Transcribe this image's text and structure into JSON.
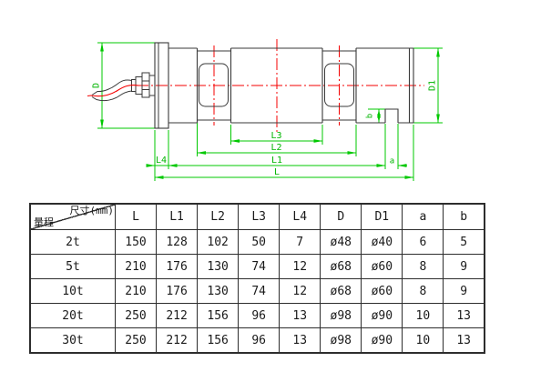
{
  "drawing": {
    "name": "load-cell-side-view-technical-drawing",
    "labels": {
      "D": "D",
      "D1": "D1",
      "L": "L",
      "L1": "L1",
      "L2": "L2",
      "L3": "L3",
      "L4": "L4",
      "a": "a",
      "b": "b"
    },
    "colors": {
      "dimension_lines": "#00c800",
      "center_lines": "#f40000",
      "outline": "#3a3a3a"
    }
  },
  "table": {
    "corner": {
      "top_right": "尺寸(mm)",
      "bottom_left": "量程"
    },
    "columns": [
      "L",
      "L1",
      "L2",
      "L3",
      "L4",
      "D",
      "D1",
      "a",
      "b"
    ],
    "rows": [
      {
        "range": "2t",
        "values": [
          "150",
          "128",
          "102",
          "50",
          "7",
          "ø48",
          "ø40",
          "6",
          "5"
        ]
      },
      {
        "range": "5t",
        "values": [
          "210",
          "176",
          "130",
          "74",
          "12",
          "ø68",
          "ø60",
          "8",
          "9"
        ]
      },
      {
        "range": "10t",
        "values": [
          "210",
          "176",
          "130",
          "74",
          "12",
          "ø68",
          "ø60",
          "8",
          "9"
        ]
      },
      {
        "range": "20t",
        "values": [
          "250",
          "212",
          "156",
          "96",
          "13",
          "ø98",
          "ø90",
          "10",
          "13"
        ]
      },
      {
        "range": "30t",
        "values": [
          "250",
          "212",
          "156",
          "96",
          "13",
          "ø98",
          "ø90",
          "10",
          "13"
        ]
      }
    ]
  }
}
